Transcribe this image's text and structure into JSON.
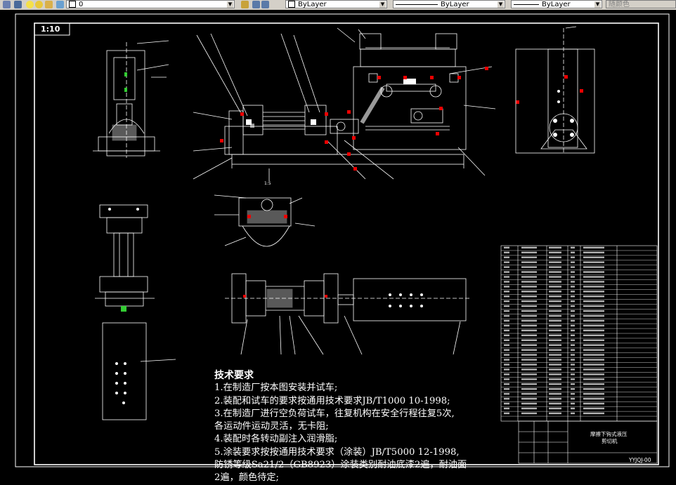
{
  "toolbar": {
    "layer_value": "0",
    "color_value": "ByLayer",
    "linetype_value": "ByLayer",
    "lineweight_value": "ByLayer",
    "plotstyle_value": "随颜色"
  },
  "drawing": {
    "scale_label": "1:10",
    "sub_scale_label": "1:5",
    "notes_title": "技术要求",
    "notes": [
      "1.在制造厂按本图安装并试车;",
      "2.装配和试车的要求按通用技术要求JB/T1000 10-1998;",
      "3.在制造厂进行空负荷试车，往复机构在安全行程往复5次,",
      "各运动件运动灵活，无卡阻;",
      "4.装配时各转动副注入润滑脂;",
      "5.涂装要求按按通用技术要求（涂装）JB/T5000 12-1998,",
      "防锈等级Sa21/2（GB8923）涂装类别耐油底漆2遍，耐油面",
      "2遍，颜色待定;"
    ],
    "title_block": {
      "name_line1": "摩擦下钩式液压",
      "name_line2": "剪切机",
      "drawing_number": "YYJQJ-00"
    }
  }
}
